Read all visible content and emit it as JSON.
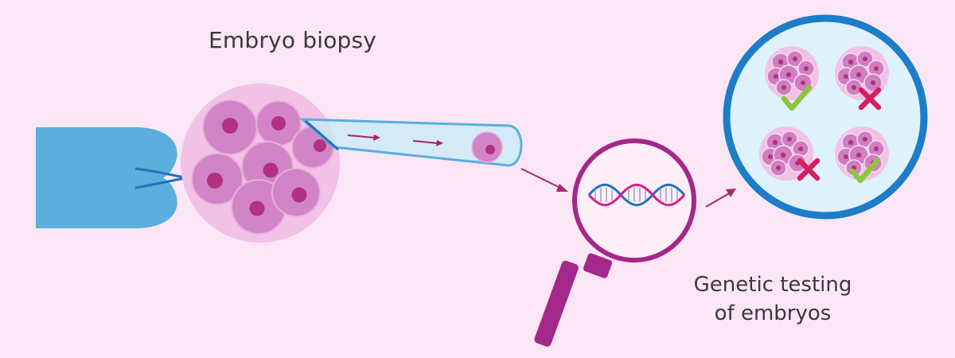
{
  "labels": {
    "embryo_biopsy": "Embryo biopsy",
    "genetic_line1": "Genetic testing",
    "genetic_line2": "of embryos"
  },
  "icons": {
    "holding_pipette": "holding-pipette",
    "embryo": "embryo-cluster",
    "biopsy_pipette": "biopsy-pipette",
    "magnifier": "magnifying-glass",
    "dna": "dna-helix",
    "results_panel": "embryo-results-circle",
    "check": "checkmark-icon",
    "cross": "cross-icon"
  },
  "results": [
    {
      "status": "pass"
    },
    {
      "status": "fail"
    },
    {
      "status": "fail"
    },
    {
      "status": "pass"
    }
  ],
  "colors": {
    "background": "#fbe6f6",
    "pipette_blue": "#5aafdc",
    "pipette_dark": "#1f73b8",
    "embryo_pink": "#d285c6",
    "embryo_halo": "#f1c2e6",
    "nucleus": "#b2327f",
    "arrow": "#a5266c",
    "magnifier_purple": "#a3288a",
    "circle_blue": "#1c7dc8",
    "circle_fill": "#dff1fb",
    "check_green": "#8cc63f",
    "cross_red": "#d71d5e"
  }
}
